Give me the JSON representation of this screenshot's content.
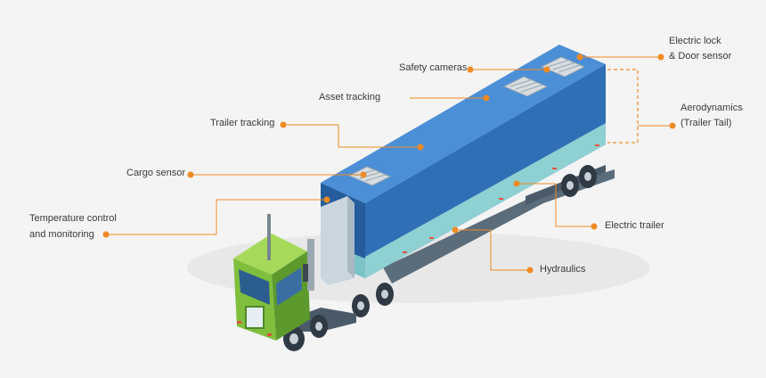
{
  "colors": {
    "accent": "#f08a24",
    "trailer_top": "#4b8fd6",
    "trailer_side": "#2f6fb5",
    "trailer_front": "#245c9c",
    "trailer_stripe": "#8fd0d3",
    "cab_green": "#7fbf3d",
    "cab_dark": "#4e8a2a",
    "background": "#f4f4f4"
  },
  "labels": {
    "electric_lock": [
      "Electric lock",
      "& Door sensor"
    ],
    "safety_cameras": "Safety cameras",
    "asset_tracking": "Asset tracking",
    "aerodynamics": [
      "Aerodynamics",
      "(Trailer Tail)"
    ],
    "trailer_tracking": "Trailer tracking",
    "cargo_sensor": "Cargo sensor",
    "temperature_control": [
      "Temperature control",
      "and monitoring"
    ],
    "electric_trailer": "Electric trailer",
    "hydraulics": "Hydraulics"
  }
}
